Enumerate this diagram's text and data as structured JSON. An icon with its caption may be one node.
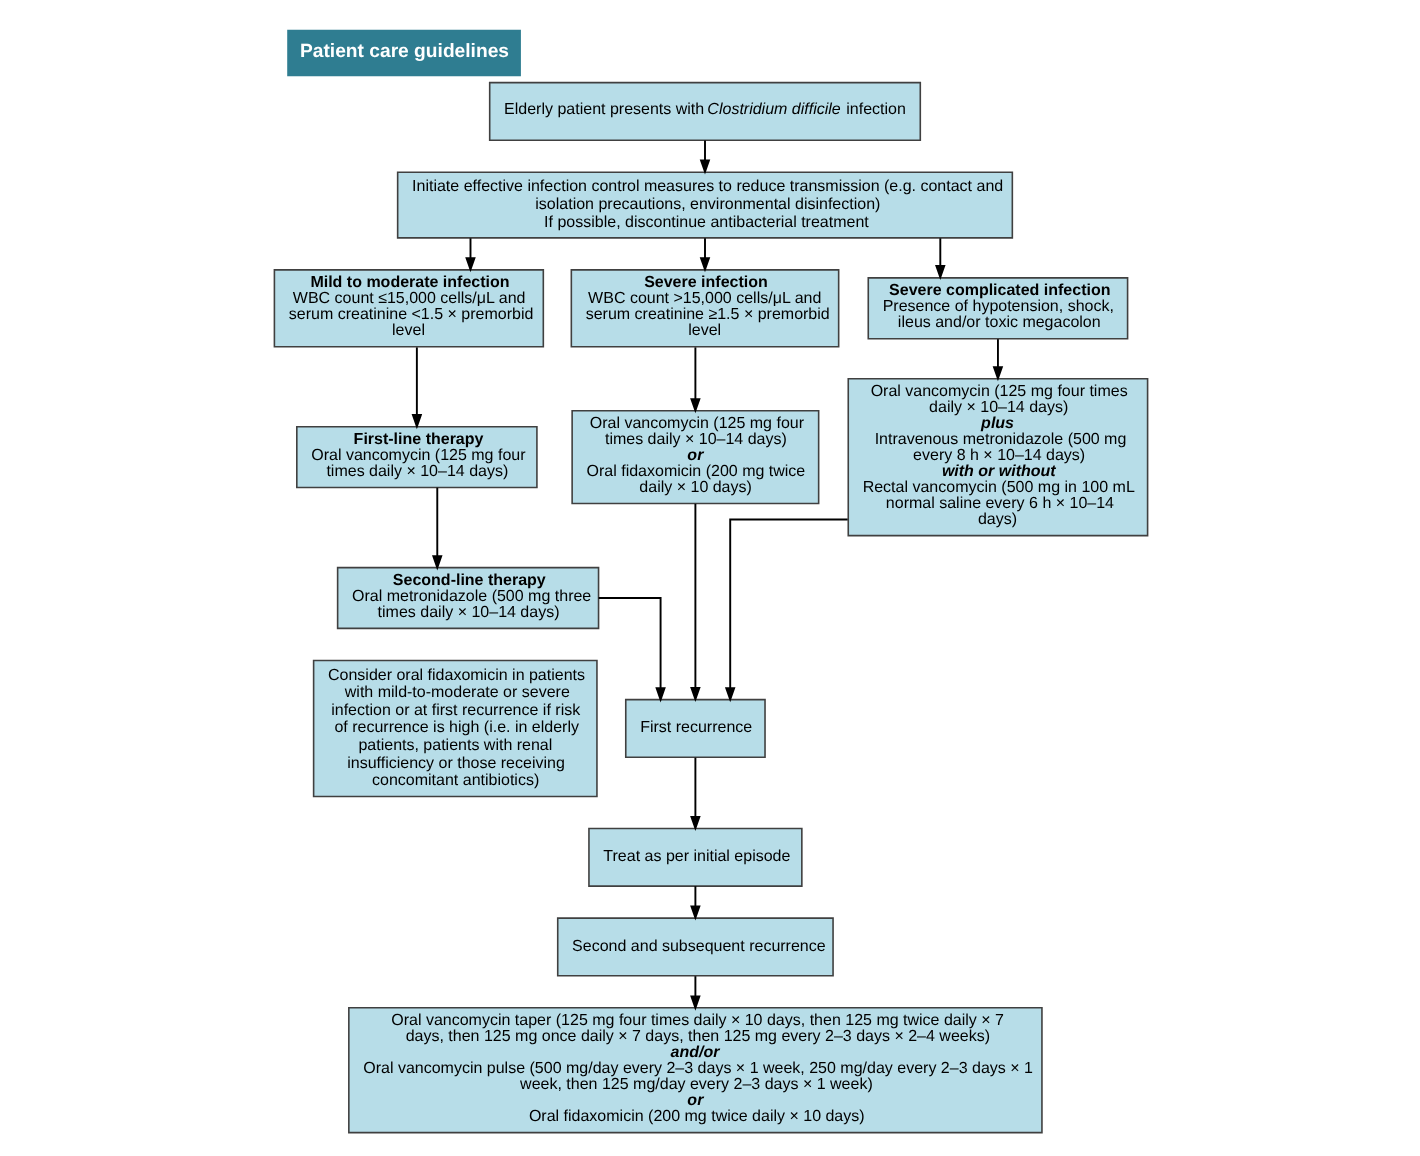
{
  "diagram": {
    "title": "Patient care guidelines",
    "nodes": [
      {
        "text": [
          "Elderly patient presents with *Clostridium difficile* infection"
        ]
      },
      {
        "text": [
          "Initiate effective infection control measures to reduce transmission (e.g. contact and isolation precautions, environmental disinfection)",
          "If possible, discontinue antibacterial treatment"
        ]
      },
      {
        "text": [
          "Mild to moderate infection",
          "WBC count ≤15,000 cells/μL and serum creatinine <1.5 × premorbid level"
        ]
      },
      {
        "text": [
          "Severe infection",
          "WBC count >15,000 cells/μL and serum creatinine ≥1.5 × premorbid level"
        ]
      },
      {
        "text": [
          "Severe complicated infection",
          "Presence of hypotension, shock, ileus and/or toxic megacolon"
        ]
      },
      {
        "text": [
          "First-line therapy",
          "Oral vancomycin (125 mg four times daily × 10–14 days)"
        ]
      },
      {
        "text": [
          "Oral vancomycin (125 mg four times daily × 10–14 days)",
          "or",
          "Oral fidaxomicin (200 mg twice daily × 10 days)"
        ]
      },
      {
        "text": [
          "Oral vancomycin (125 mg four times daily × 10–14 days)",
          "plus",
          "Intravenous metronidazole (500 mg every 8 h × 10–14 days)",
          "with or without",
          "Rectal vancomycin (500 mg in 100 mL normal saline every 6 h × 10–14 days)"
        ]
      },
      {
        "text": [
          "Second-line therapy",
          "Oral metronidazole (500 mg three times daily × 10–14 days)"
        ]
      },
      {
        "text": [
          "Consider oral fidaxomicin in patients with mild-to-moderate or severe infection or at first recurrence if risk of recurrence is high (i.e. in elderly patients, patients with renal insufficiency or those receiving concomitant antibiotics)"
        ]
      },
      {
        "text": [
          "First recurrence"
        ]
      },
      {
        "text": [
          "Treat as per initial episode"
        ]
      },
      {
        "text": [
          "Second and subsequent recurrence"
        ]
      },
      {
        "text": [
          "Oral vancomycin taper (125 mg four times daily × 10 days, then 125 mg twice daily × 7 days, then 125 mg once daily × 7 days, then 125 mg every 2–3 days × 2–4 weeks)",
          "and/or",
          "Oral vancomycin pulse (500 mg/day every 2–3 days × 1 week, 250 mg/day every 2–3 days × 1 week, then 125 mg/day every 2–3 days × 1 week)",
          "or",
          "Oral fidaxomicin (200 mg twice daily × 10 days)"
        ]
      }
    ],
    "edges": [
      {
        "from": 0,
        "to": 1,
        "arrow": "to"
      },
      {
        "from": 1,
        "to": 2,
        "arrow": "to"
      },
      {
        "from": 1,
        "to": 3,
        "arrow": "to"
      },
      {
        "from": 1,
        "to": 4,
        "arrow": "to"
      },
      {
        "from": 2,
        "to": 5,
        "arrow": "to"
      },
      {
        "from": 5,
        "to": 8,
        "arrow": "to"
      },
      {
        "from": 3,
        "to": 6,
        "arrow": "to"
      },
      {
        "from": 4,
        "to": 7,
        "arrow": "to"
      },
      {
        "from": 8,
        "to": 10,
        "arrow": "to"
      },
      {
        "from": 6,
        "to": 10,
        "arrow": "to"
      },
      {
        "from": 7,
        "to": 10,
        "arrow": "to"
      },
      {
        "from": 10,
        "to": 11,
        "arrow": "to"
      },
      {
        "from": 11,
        "to": 12,
        "arrow": "to"
      },
      {
        "from": 12,
        "to": 13,
        "arrow": "to"
      }
    ]
  }
}
